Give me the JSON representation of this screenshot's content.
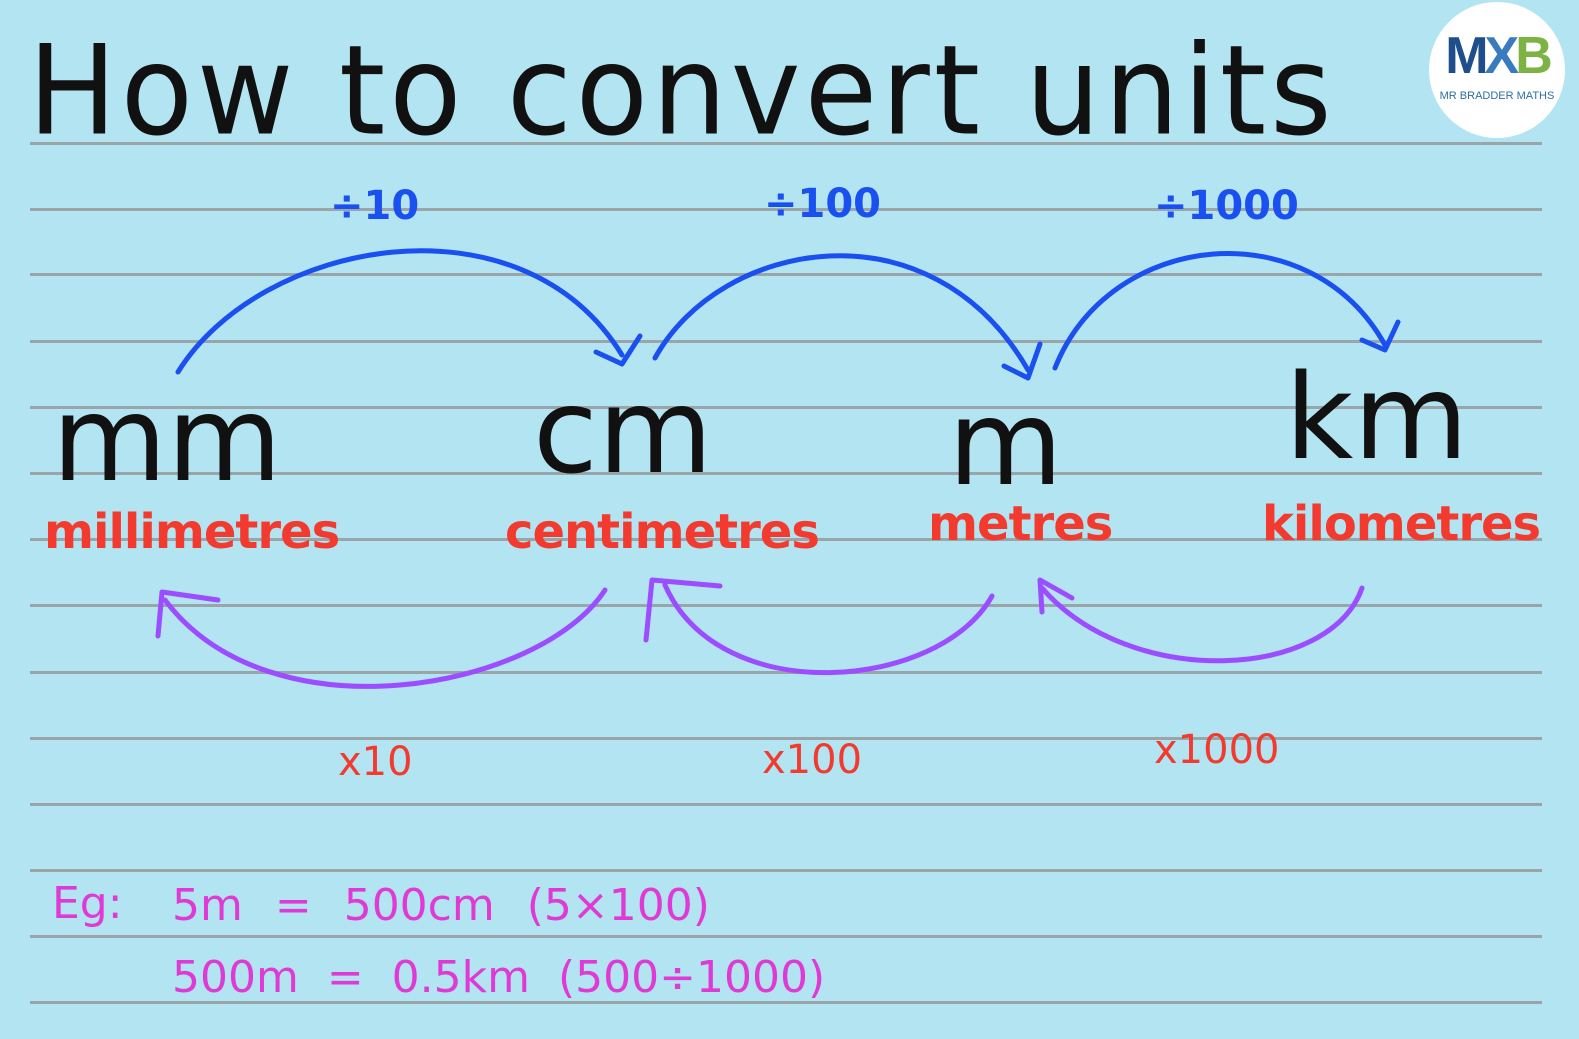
{
  "title": "How to convert units",
  "logo": {
    "mark_m": "M",
    "mark_x": "X",
    "mark_b": "B",
    "caption": "MR BRADDER MATHS"
  },
  "units": [
    {
      "symbol": "mm",
      "name": "millimetres"
    },
    {
      "symbol": "cm",
      "name": "centimetres"
    },
    {
      "symbol": "m",
      "name": "metres"
    },
    {
      "symbol": "km",
      "name": "kilometres"
    }
  ],
  "divide_labels": [
    "÷10",
    "÷100",
    "÷1000"
  ],
  "multiply_labels": [
    "x10",
    "x100",
    "x1000"
  ],
  "examples": {
    "prefix": "Eg:",
    "line1": "5m = 500cm (5×100)",
    "line2": "500m = 0.5km (500÷1000)"
  },
  "colors": {
    "background": "#b3e4f2",
    "divide_arrows": "#1a4ff0",
    "multiply_arrows": "#9b4dff",
    "unit_names": "#f23a2e",
    "examples": "#e03ad6"
  }
}
